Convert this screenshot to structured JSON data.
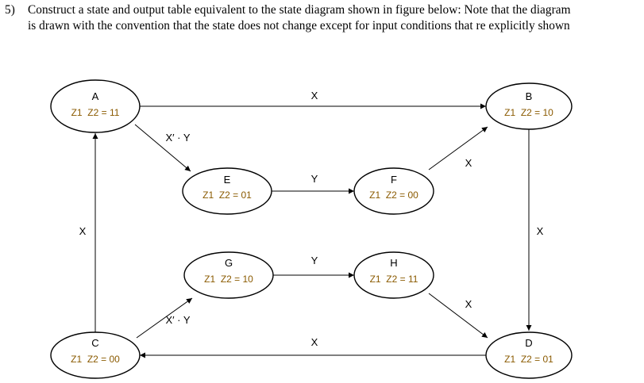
{
  "question": {
    "number": "5)",
    "line1": "Construct a state and output table equivalent to the state diagram shown in figure below: Note that the diagram",
    "line2": "is drawn with the convention that the state does not change except for input conditions that re explicitly shown"
  },
  "diagram": {
    "states": {
      "A": {
        "name": "A",
        "output": "Z1  Z2 = 11"
      },
      "B": {
        "name": "B",
        "output": "Z1  Z2 = 10"
      },
      "C": {
        "name": "C",
        "output": "Z1  Z2 = 00"
      },
      "D": {
        "name": "D",
        "output": "Z1  Z2 = 01"
      },
      "E": {
        "name": "E",
        "output": "Z1  Z2 = 01"
      },
      "F": {
        "name": "F",
        "output": "Z1  Z2 = 00"
      },
      "G": {
        "name": "G",
        "output": "Z1  Z2 = 10"
      },
      "H": {
        "name": "H",
        "output": "Z1  Z2 = 11"
      }
    },
    "edges": {
      "a_b": "X",
      "a_e": "X′ · Y",
      "e_f": "Y",
      "f_b": "X",
      "b_d": "X",
      "c_a": "X",
      "c_g": "X′ · Y",
      "g_h": "Y",
      "h_d": "X",
      "d_c": "X"
    },
    "colors": {
      "outline": "#000000",
      "output_text": "#8a5a00"
    }
  }
}
